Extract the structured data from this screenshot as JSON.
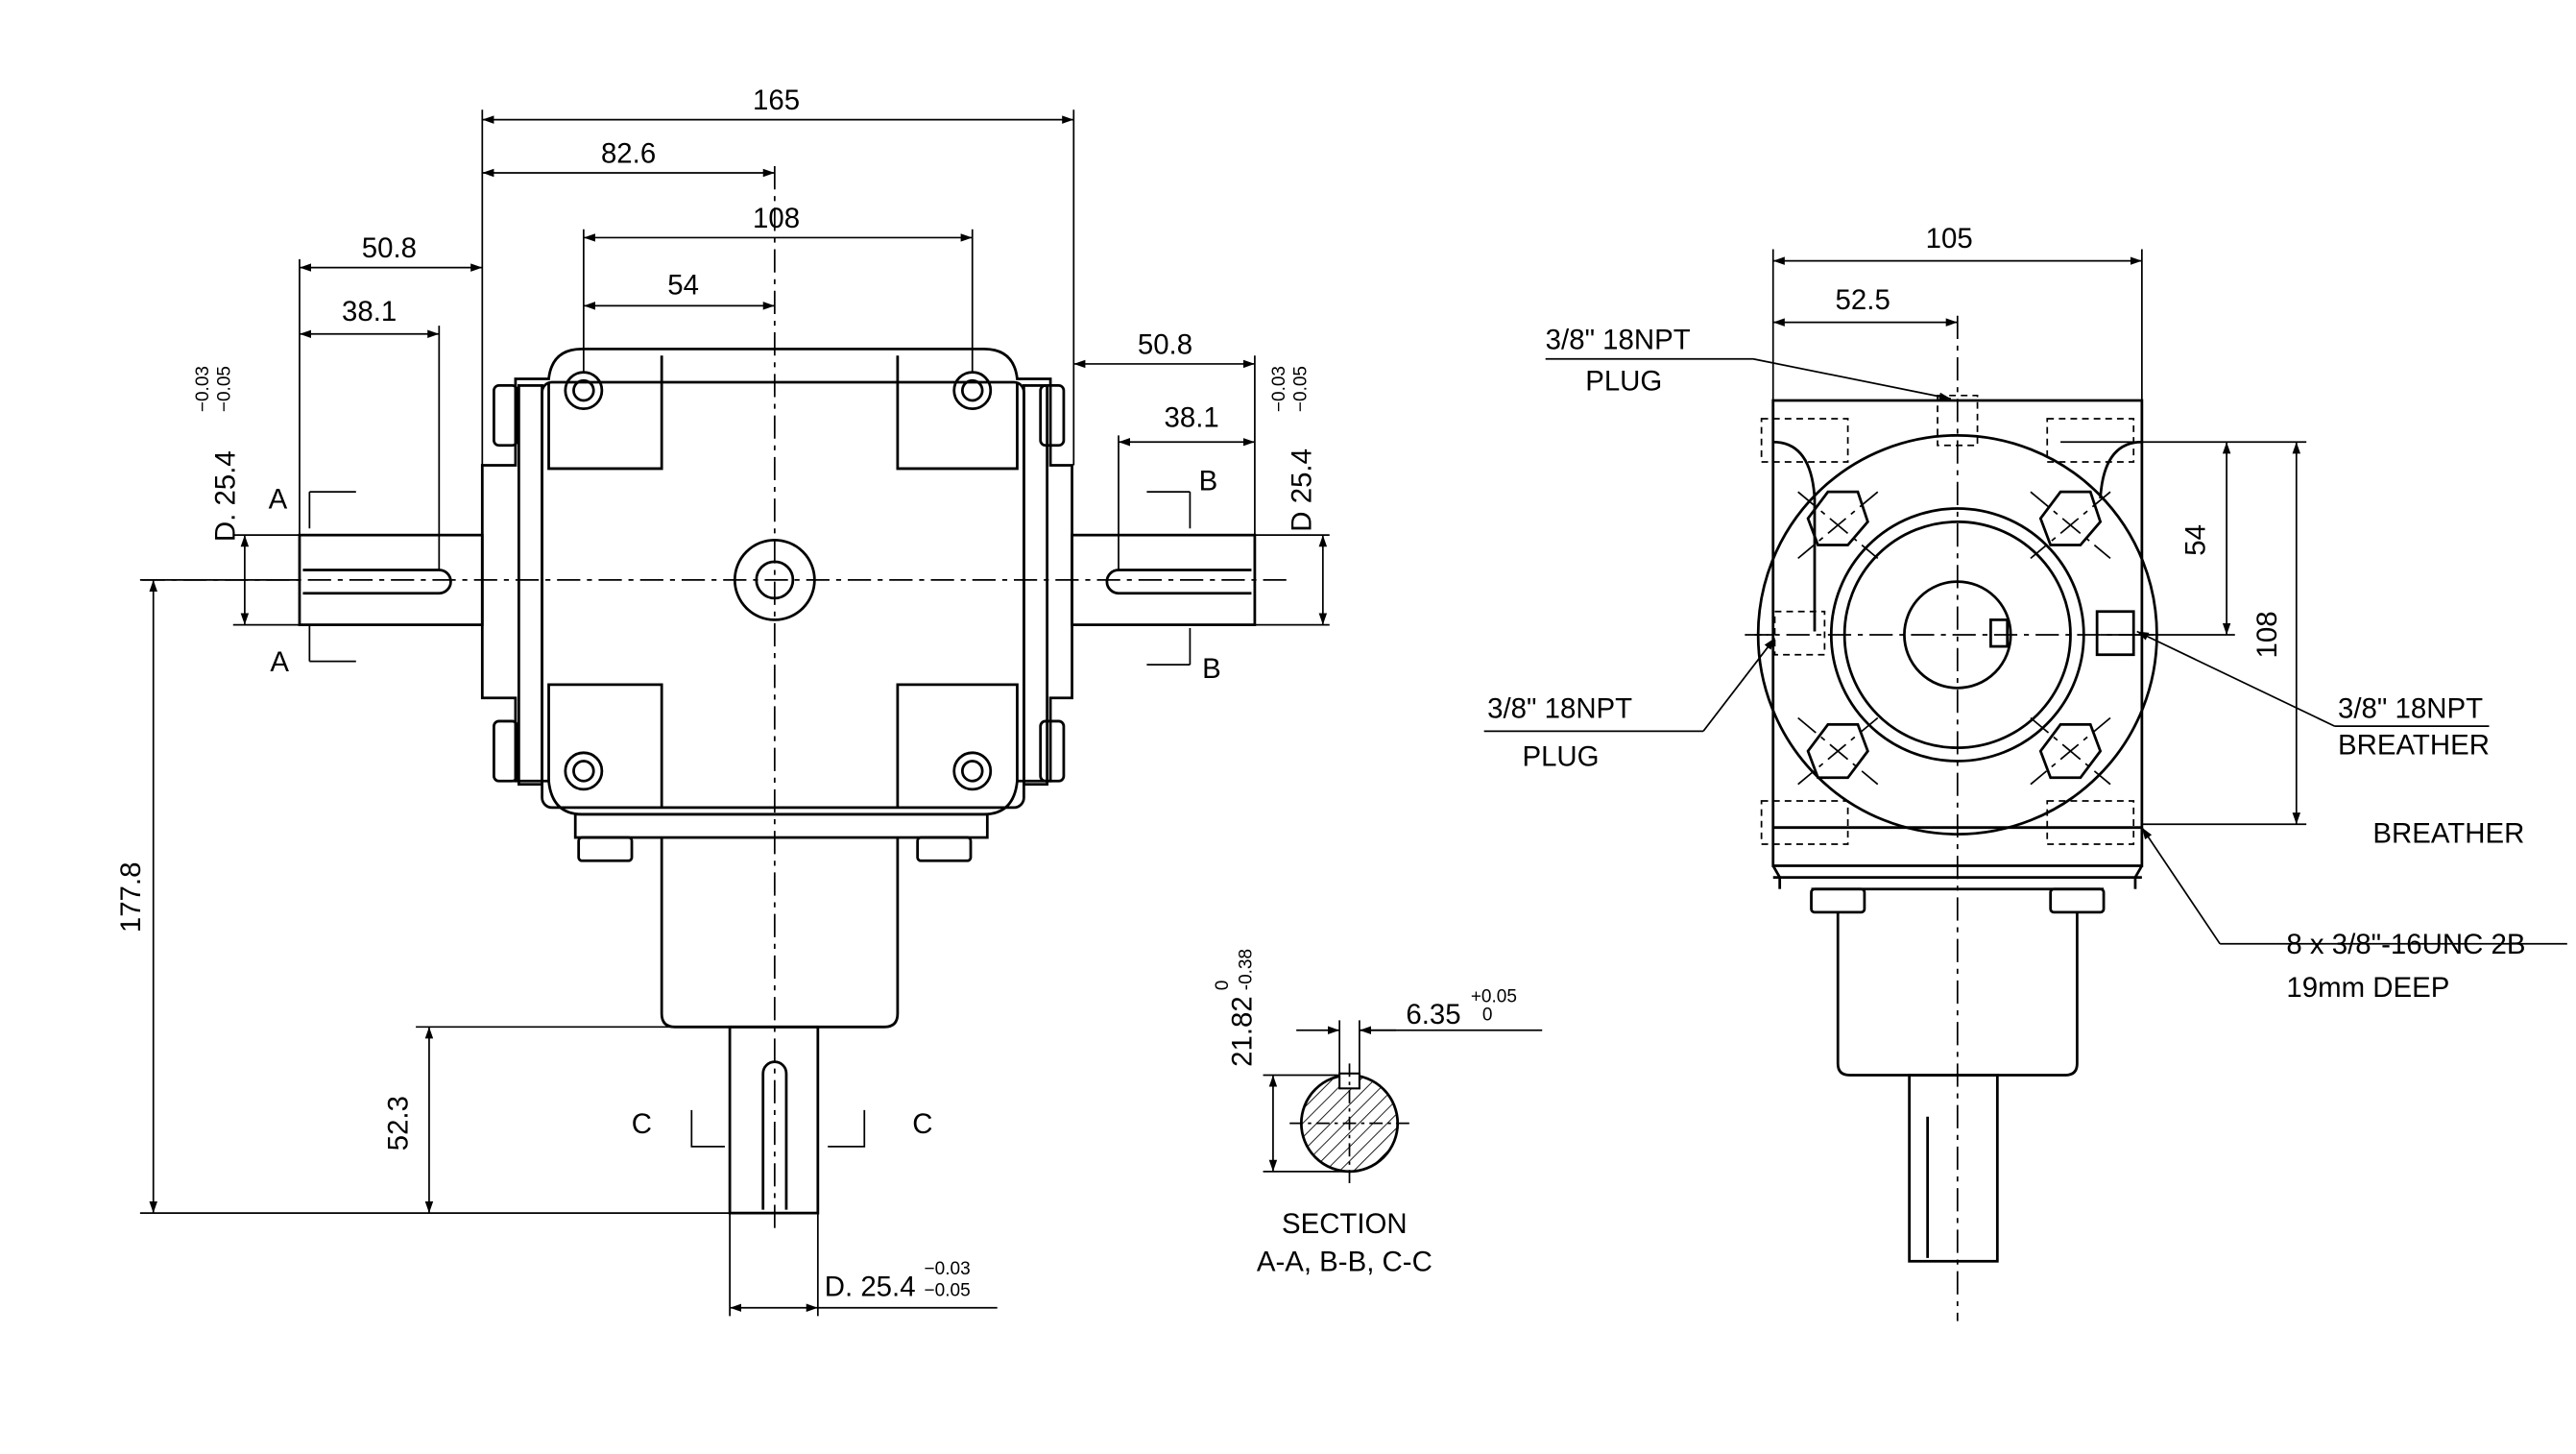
{
  "front_view": {
    "dims": {
      "overall_width": "165",
      "half_width": "82.6",
      "bolt_spacing": "108",
      "half_bolt_spacing": "54",
      "left_shaft_length": "50.8",
      "left_key_length": "38.1",
      "right_shaft_length": "50.8",
      "right_key_length": "38.1",
      "height_to_shaft": "177.8",
      "bottom_shaft_length": "52.3"
    },
    "shaft_diameter_left": {
      "main": "D. 25.4",
      "upper": "−0.03",
      "lower": "−0.05"
    },
    "shaft_diameter_right": {
      "main": "D 25.4",
      "upper": "−0.03",
      "lower": "−0.05"
    },
    "shaft_diameter_bottom": {
      "main": "D. 25.4",
      "upper": "−0.03",
      "lower": "−0.05"
    },
    "section_marks": {
      "a_top": "A",
      "a_bottom": "A",
      "b_top": "B",
      "b_bottom": "B",
      "c_left": "C",
      "c_right": "C"
    }
  },
  "section_view": {
    "height": {
      "main": "21.82",
      "upper": "0",
      "lower": "-0.38"
    },
    "key_width": {
      "main": "6.35",
      "upper": "+0.05",
      "lower": "0"
    },
    "label_line1": "SECTION",
    "label_line2": "A-A, B-B, C-C"
  },
  "side_view": {
    "dims": {
      "width": "105",
      "half_width": "52.5",
      "bolt_spacing": "54",
      "height": "108"
    },
    "plug_top": {
      "line1": "3/8\" 18NPT",
      "line2": "PLUG"
    },
    "plug_side": {
      "line1": "3/8\" 18NPT",
      "line2": "PLUG"
    },
    "breather": {
      "line1": "3/8\" 18NPT",
      "line2": "BREATHER"
    },
    "breather_extra": "BREATHER",
    "tapped_holes": {
      "line1": "8 x 3/8\"-16UNC 2B",
      "line2": "19mm DEEP"
    }
  }
}
